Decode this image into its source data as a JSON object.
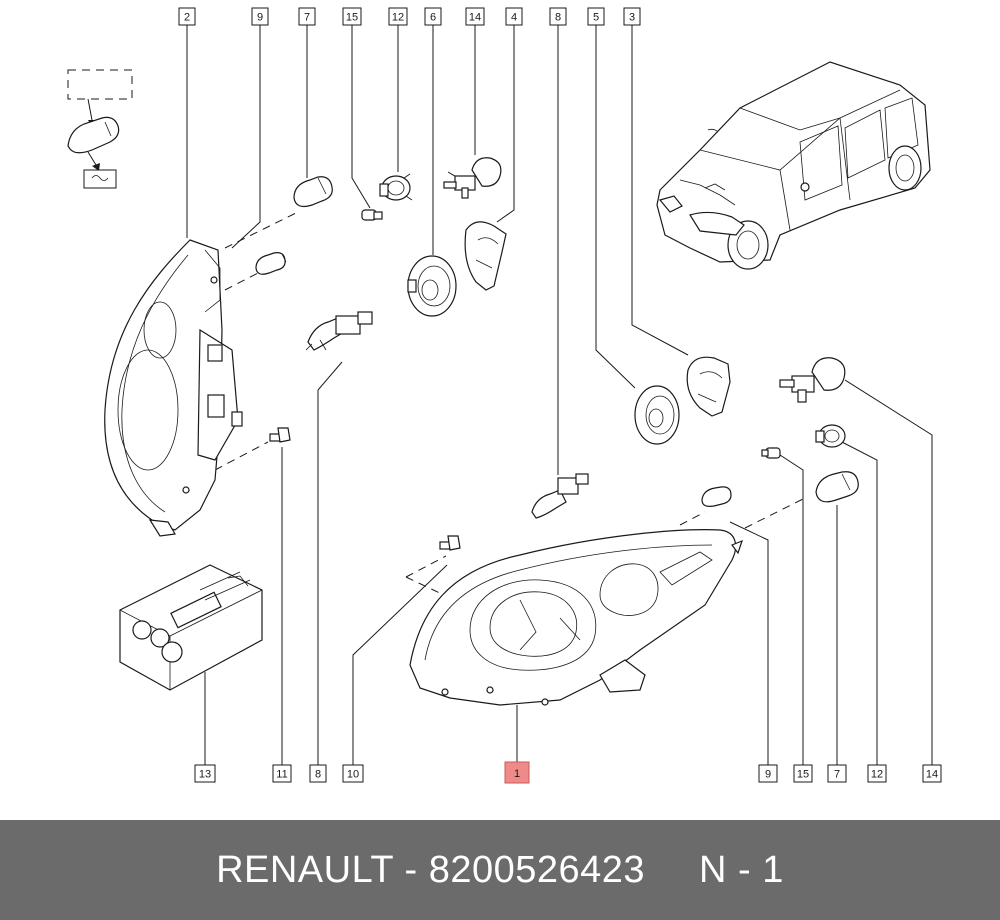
{
  "footer": {
    "brand_part": "RENAULT - 8200526423",
    "position": "N - 1"
  },
  "callouts": {
    "top": [
      "2",
      "9",
      "7",
      "15",
      "12",
      "6",
      "14",
      "4",
      "8",
      "5",
      "3"
    ],
    "bottom": [
      "13",
      "11",
      "8",
      "10",
      "1",
      "9",
      "15",
      "7",
      "12",
      "14"
    ]
  },
  "highlight_color": "#f08a8a",
  "footer_color": "#6b6b6b"
}
